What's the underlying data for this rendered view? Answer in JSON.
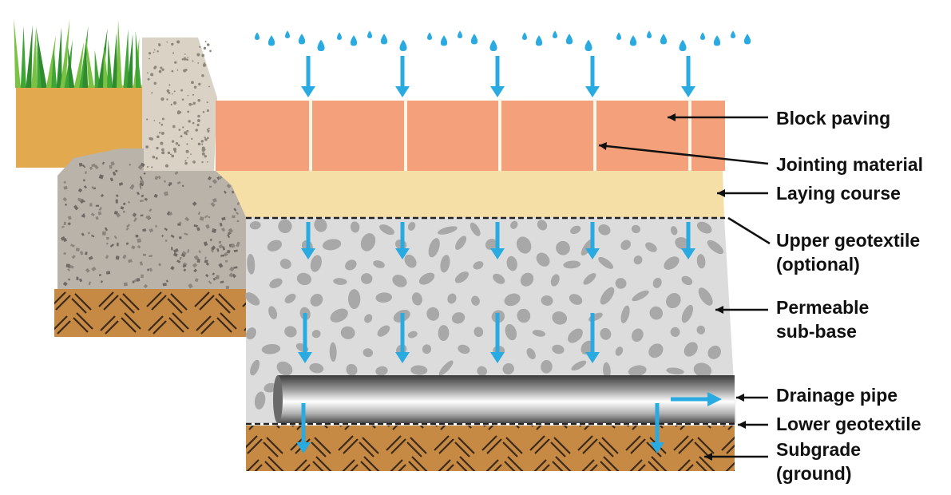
{
  "labels": {
    "block_paving": "Block paving",
    "jointing_material": "Jointing material",
    "laying_course": "Laying course",
    "upper_geotextile_line1": "Upper geotextile",
    "upper_geotextile_line2": "(optional)",
    "permeable_sub_base_line1": "Permeable",
    "permeable_sub_base_line2": "sub-base",
    "drainage_pipe": "Drainage pipe",
    "lower_geotextile": "Lower geotextile",
    "subgrade_line1": "Subgrade",
    "subgrade_line2": "(ground)"
  },
  "colors": {
    "paving_block": "#f4a17b",
    "laying_course": "#f6dfa6",
    "sub_base": "#dcdcdc",
    "aggregate_stone": "#a8a8a8",
    "subgrade": "#c68a45",
    "soil": "#e2a94f",
    "grass": "#3fa535",
    "water_arrow": "#29abe2",
    "kerb": "#d9d2c5"
  },
  "icons": [
    "rain-drop-icon",
    "water-arrow-icon",
    "grass-icon"
  ]
}
